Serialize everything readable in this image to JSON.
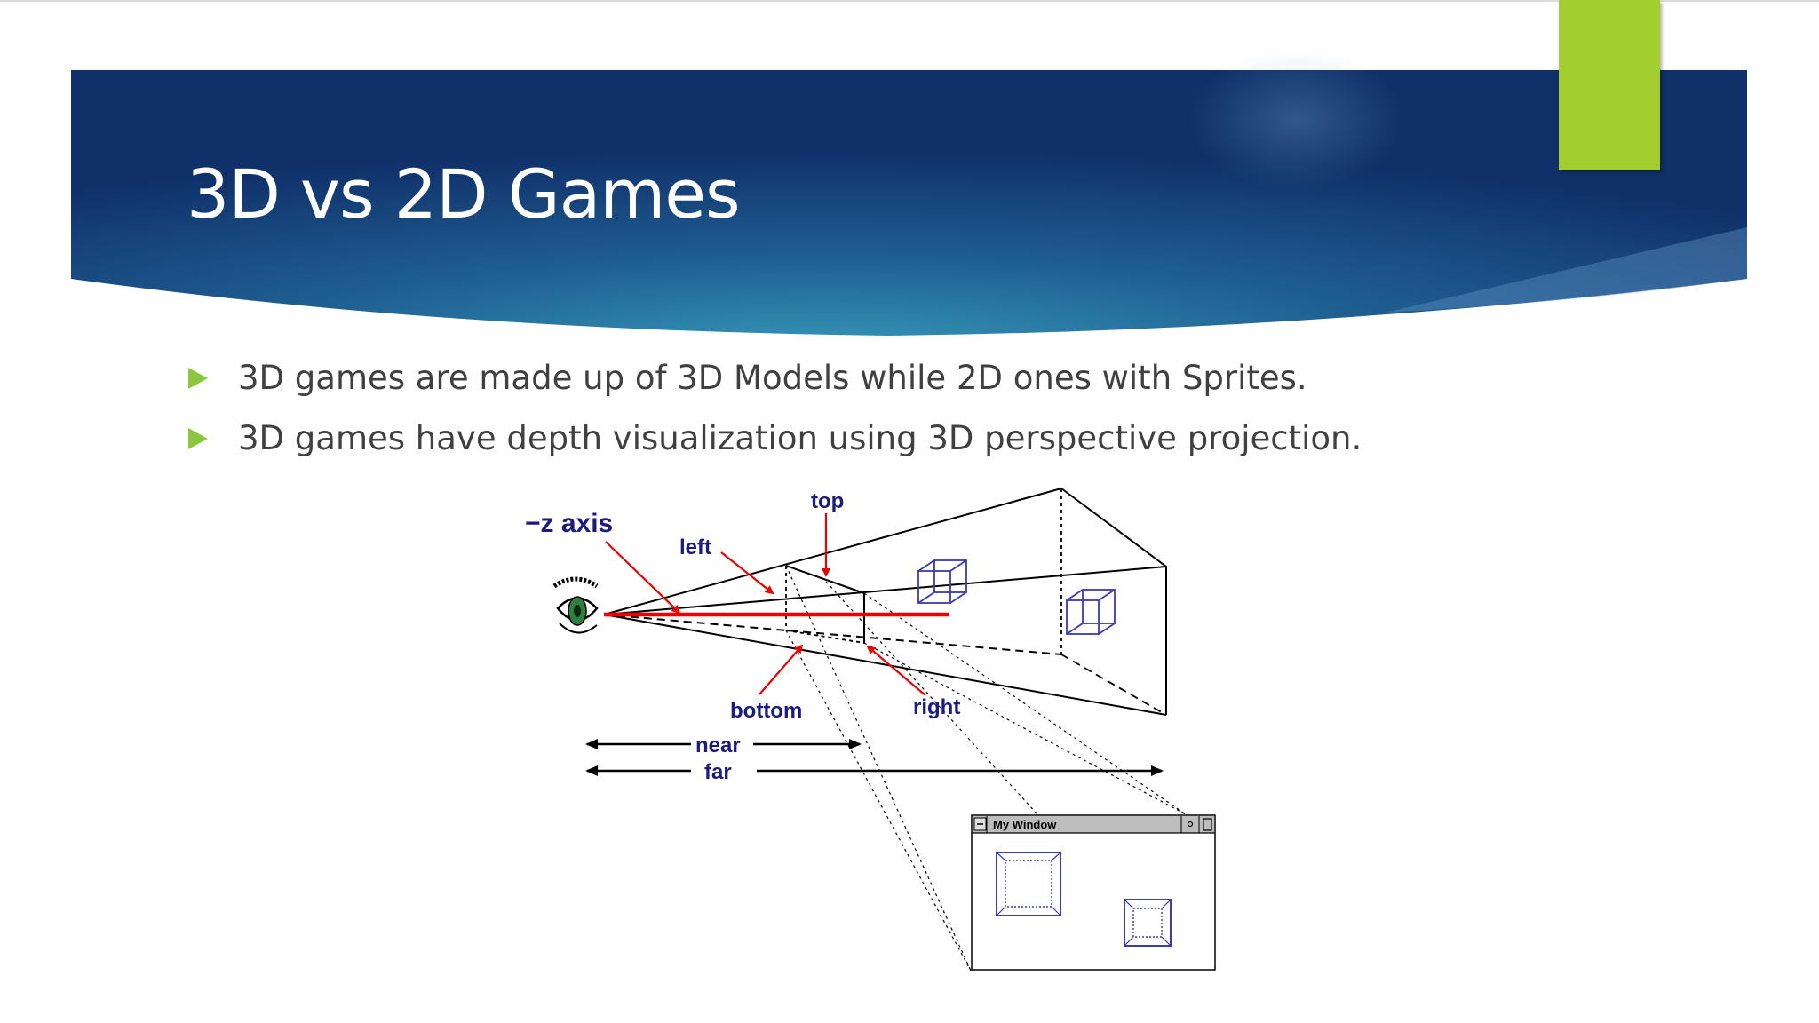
{
  "slide": {
    "title": "3D vs 2D Games",
    "bullets": [
      "3D games are made up of 3D Models while 2D ones with Sprites.",
      "3D games have depth visualization using 3D perspective projection."
    ]
  },
  "diagram": {
    "labels": {
      "z_axis": "−z axis",
      "top": "top",
      "left": "left",
      "bottom": "bottom",
      "right": "right",
      "near": "near",
      "far": "far"
    },
    "window_title": "My Window"
  },
  "colors": {
    "header_dark": "#10306a",
    "header_light": "#2e8bb0",
    "accent_green": "#a2cf2f",
    "bullet_green": "#8cc63f",
    "label_navy": "#1a1a80",
    "arrow_red": "#ee0000",
    "cube_blue": "#3b3bb0"
  }
}
